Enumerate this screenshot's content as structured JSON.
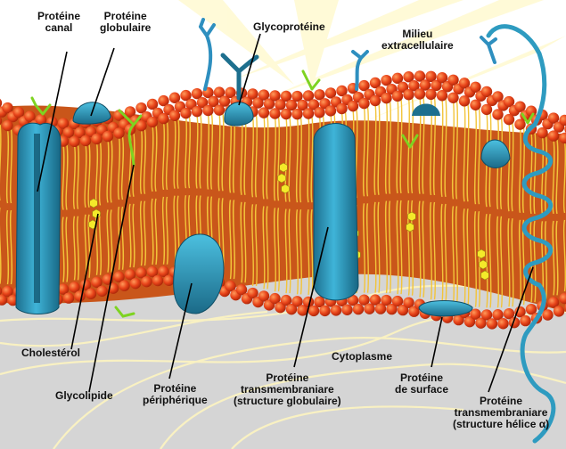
{
  "labels": {
    "channel_protein": [
      "Protéine",
      "canal"
    ],
    "globular_protein": [
      "Protéine",
      "globulaire"
    ],
    "glycoprotein": [
      "Glycoprotéine"
    ],
    "extracellular": [
      "Milieu",
      "extracellulaire"
    ],
    "cholesterol": [
      "Cholestérol"
    ],
    "cytoplasm": [
      "Cytoplasme"
    ],
    "glycolipid": [
      "Glycolipide"
    ],
    "peripheral_protein": [
      "Protéine",
      "périphérique"
    ],
    "transmembrane_globular": [
      "Protéine",
      "transmembraniare",
      "(structure globulaire)"
    ],
    "surface_protein": [
      "Protéine",
      "de surface"
    ],
    "transmembrane_helix": [
      "Protéine",
      "transmembraniare",
      "(structure hélice α)"
    ]
  },
  "colors": {
    "head_orange": "#e8441a",
    "head_dark": "#b8280c",
    "tail_yellow": "#f2c43a",
    "protein_blue": "#2e9bc0",
    "protein_dark": "#1d6f8e",
    "glycolipid_green": "#7ed321",
    "cholesterol_yellow": "#f4ea2a",
    "cytoplasm_gray": "#d4d4d4"
  },
  "icons": [
    "phospholipid-bilayer",
    "protein-channel",
    "glycoprotein-antenna",
    "cholesterol-molecule",
    "cytoskeleton-fibers"
  ]
}
